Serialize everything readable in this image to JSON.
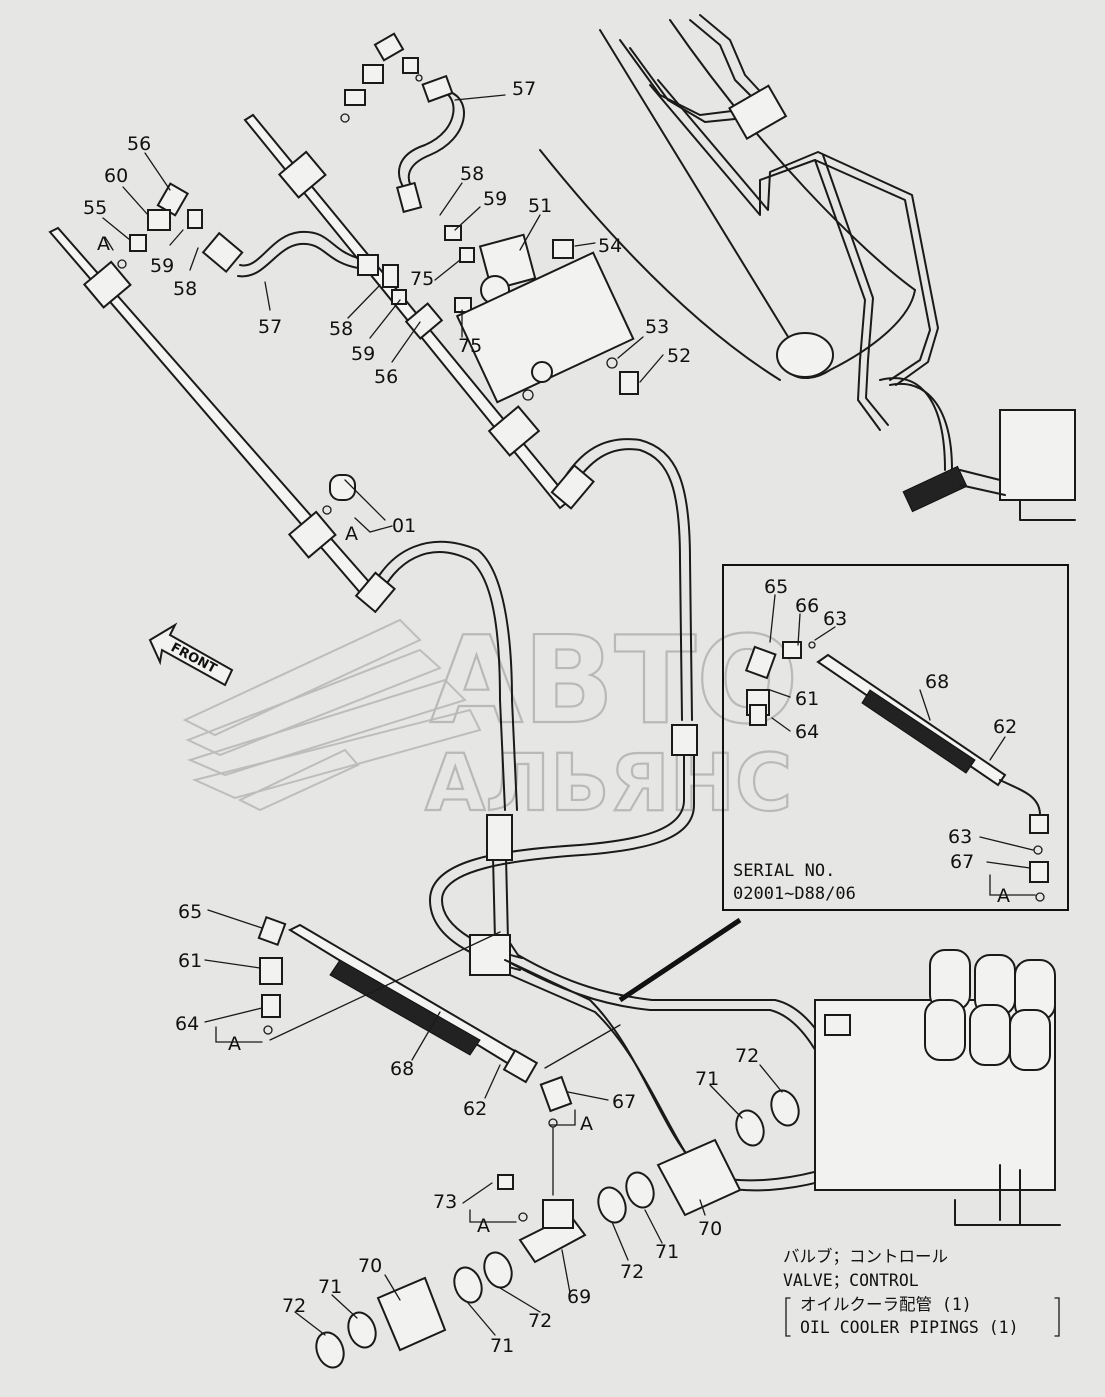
{
  "watermark": {
    "line1": "АВТО",
    "line2": "АЛЬЯНС"
  },
  "front_label": "FRONT",
  "inset": {
    "serial_label": "SERIAL NO.",
    "serial_range": "02001~D88/06"
  },
  "title_block": {
    "line_jp1": "バルブ；コントロール",
    "line_en1": "VALVE；CONTROL",
    "line_jp2": "オイルクーラ配管 (1)",
    "line_en2": "OIL COOLER PIPINGS (1)"
  },
  "callouts": [
    "57",
    "56",
    "60",
    "55",
    "A",
    "59",
    "58",
    "57",
    "58",
    "59",
    "56",
    "58",
    "59",
    "51",
    "54",
    "75",
    "75",
    "53",
    "52",
    "A",
    "01",
    "65",
    "66",
    "63",
    "61",
    "68",
    "64",
    "62",
    "63",
    "67",
    "A",
    "65",
    "61",
    "64",
    "A",
    "68",
    "62",
    "67",
    "A",
    "72",
    "71",
    "73",
    "A",
    "70",
    "69",
    "72",
    "71",
    "70",
    "72",
    "71",
    "72",
    "71",
    "72"
  ]
}
